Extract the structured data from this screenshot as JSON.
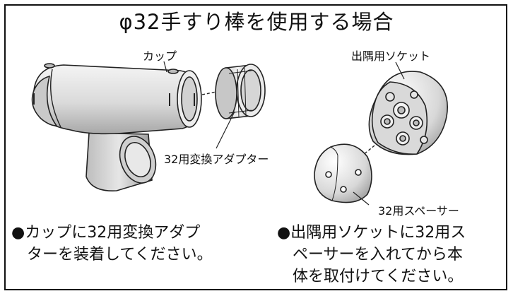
{
  "title": "φ32手すり棒を使用する場合",
  "labels": {
    "cup": "カップ",
    "corner_socket": "出隅用ソケット",
    "adapter": "32用変換アダプター",
    "spacer": "32用スペーサー"
  },
  "notes": {
    "left": "●カップに32用変換アダプ\n　ターを装着してください。",
    "right": "●出隅用ソケットに32用ス\n　ペーサーを入れてから本\n　体を取付けてください。"
  }
}
